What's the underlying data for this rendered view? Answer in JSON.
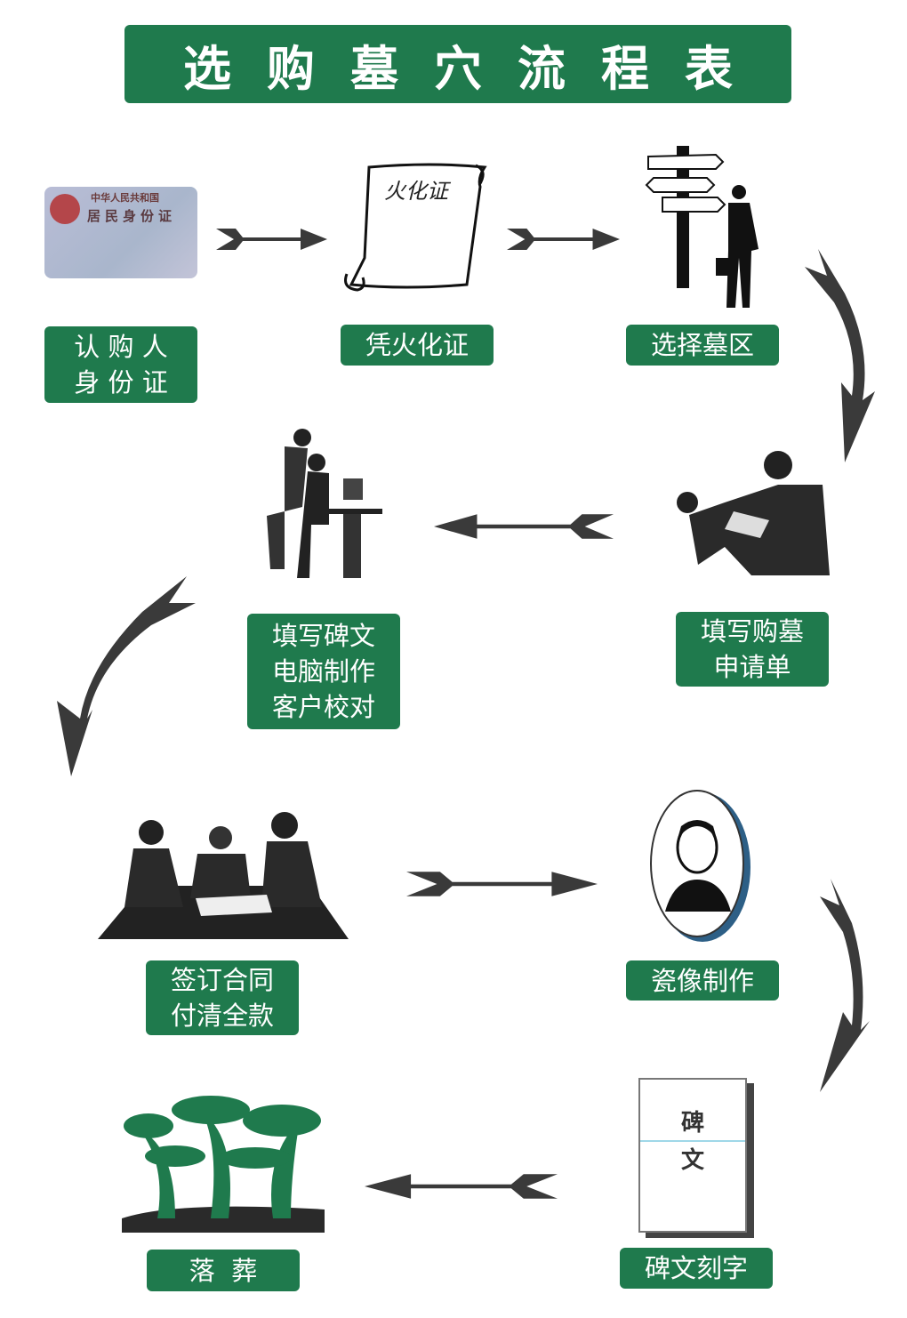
{
  "title": "选购墓穴流程表",
  "colors": {
    "label_bg": "#1f7a4d",
    "arrow": "#3a3a3a"
  },
  "id_card": {
    "line1": "中华人民共和国",
    "line2": "居民身份证"
  },
  "scroll_text": "火化证",
  "tablet": {
    "char1": "碑",
    "char2": "文"
  },
  "steps": [
    {
      "lines": [
        "认 购 人",
        "身 份 证"
      ]
    },
    {
      "lines": [
        "凭火化证"
      ]
    },
    {
      "lines": [
        "选择墓区"
      ]
    },
    {
      "lines": [
        "填写购墓",
        "申请单"
      ]
    },
    {
      "lines": [
        "填写碑文",
        "电脑制作",
        "客户校对"
      ]
    },
    {
      "lines": [
        "签订合同",
        "付清全款"
      ]
    },
    {
      "lines": [
        "瓷像制作"
      ]
    },
    {
      "lines": [
        "碑文刻字"
      ]
    },
    {
      "lines": [
        "落  葬"
      ]
    }
  ]
}
